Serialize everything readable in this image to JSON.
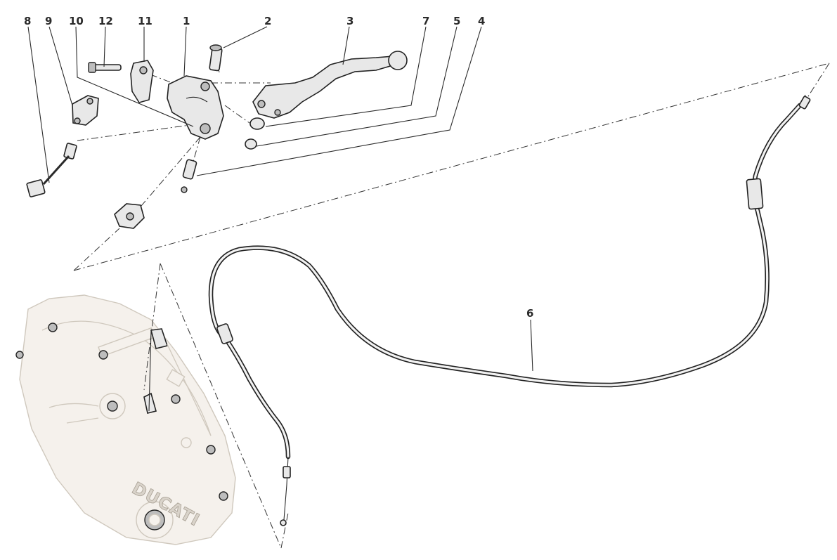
{
  "diagram": {
    "callouts": [
      "1",
      "2",
      "3",
      "4",
      "5",
      "6",
      "7",
      "8",
      "9",
      "10",
      "11",
      "12"
    ],
    "brand_mark": "DUCATI",
    "colors": {
      "line": "#222222",
      "part_fill": "#e8e8e8",
      "ghost_fill": "#f5f1ec",
      "background": "#ffffff"
    }
  }
}
